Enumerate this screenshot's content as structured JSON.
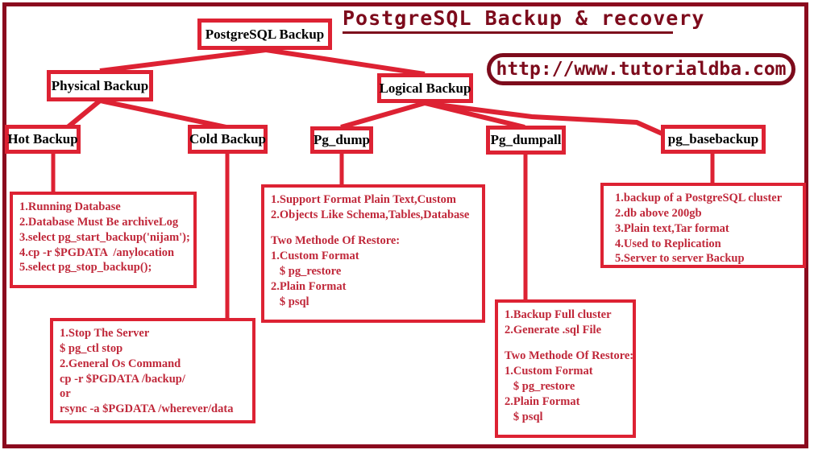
{
  "page": {
    "title": "PostgreSQL Backup & recovery",
    "url": "http://www.tutorialdba.com",
    "accent_red": "#dd2233",
    "frame_color": "#8b0a1e",
    "title_color": "#7d0b1c",
    "detail_text_color": "#c0283a"
  },
  "nodes": {
    "root": "PostgreSQL Backup",
    "physical": "Physical Backup",
    "logical": "Logical Backup",
    "hot": "Hot Backup",
    "cold": "Cold Backup",
    "pg_dump": "Pg_dump",
    "pg_dumpall": "Pg_dumpall",
    "pg_basebackup": "pg_basebackup"
  },
  "details": {
    "hot_backup": [
      "1.Running Database",
      "2.Database Must Be archiveLog",
      "3.select pg_start_backup('nijam');",
      "4.cp -r $PGDATA  /anylocation",
      "5.select pg_stop_backup();"
    ],
    "cold_backup": [
      "1.Stop The Server",
      "$ pg_ctl stop",
      "2.General Os Command",
      "cp -r $PGDATA /backup/",
      "or",
      "rsync -a $PGDATA /wherever/data"
    ],
    "pg_dump": [
      "1.Support Format Plain Text,Custom",
      "2.Objects Like Schema,Tables,Database",
      "",
      "Two Methode Of Restore:",
      "1.Custom Format",
      "   $ pg_restore",
      "2.Plain Format",
      "   $ psql"
    ],
    "pg_dumpall": [
      "1.Backup Full cluster",
      "2.Generate .sql File",
      "",
      "Two Methode Of Restore:",
      "1.Custom Format",
      "   $ pg_restore",
      "2.Plain Format",
      "   $ psql"
    ],
    "pg_basebackup": [
      "1.backup of a PostgreSQL cluster",
      "2.db above 200gb",
      "3.Plain text,Tar format",
      "4.Used to Replication",
      "5.Server to server Backup"
    ]
  }
}
